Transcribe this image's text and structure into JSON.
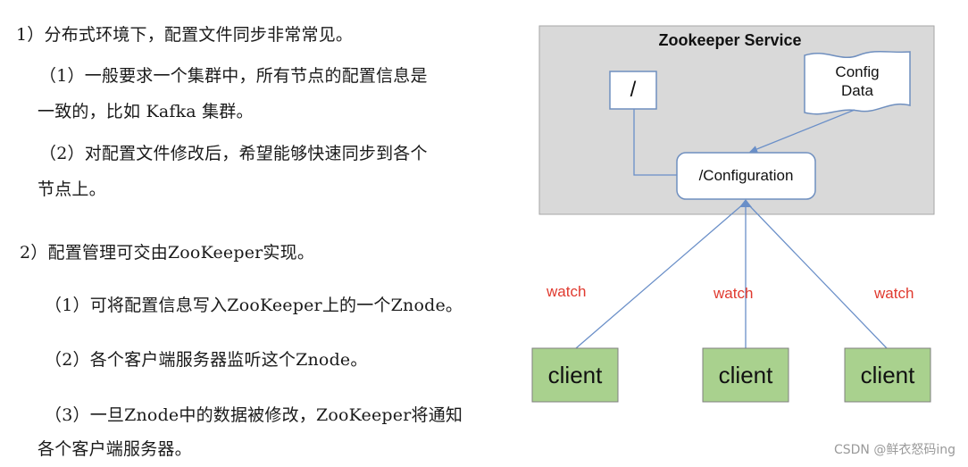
{
  "text": {
    "p1": "1）分布式环境下，配置文件同步非常常见。",
    "p1_a_line1": "（1）一般要求一个集群中，所有节点的配置信息是",
    "p1_a_line2": "一致的，比如 Kafka 集群。",
    "p1_b_line1": "（2）对配置文件修改后，希望能够快速同步到各个",
    "p1_b_line2": "节点上。",
    "p2": "2）配置管理可交由ZooKeeper实现。",
    "p2_a": "（1）可将配置信息写入ZooKeeper上的一个Znode。",
    "p2_b": "（2）各个客户端服务器监听这个Znode。",
    "p2_c_line1": "（3）一旦Znode中的数据被修改，ZooKeeper将通知",
    "p2_c_line2": "各个客户端服务器。"
  },
  "diagram": {
    "service_title": "Zookeeper Service",
    "root_node": "/",
    "config_doc_line1": "Config",
    "config_doc_line2": "Data",
    "config_node": "/Configuration",
    "watch_labels": [
      "watch",
      "watch",
      "watch"
    ],
    "clients": [
      "client",
      "client",
      "client"
    ],
    "colors": {
      "service_fill": "#d9d9d9",
      "service_border": "#a6a6a6",
      "node_border": "#6f8fbf",
      "edge": "#6a8fc8",
      "client_fill": "#a9d18e",
      "client_border": "#7f7f7f",
      "watch_text": "#e03a2f"
    }
  },
  "watermark": "CSDN @鲜衣怒码ing"
}
